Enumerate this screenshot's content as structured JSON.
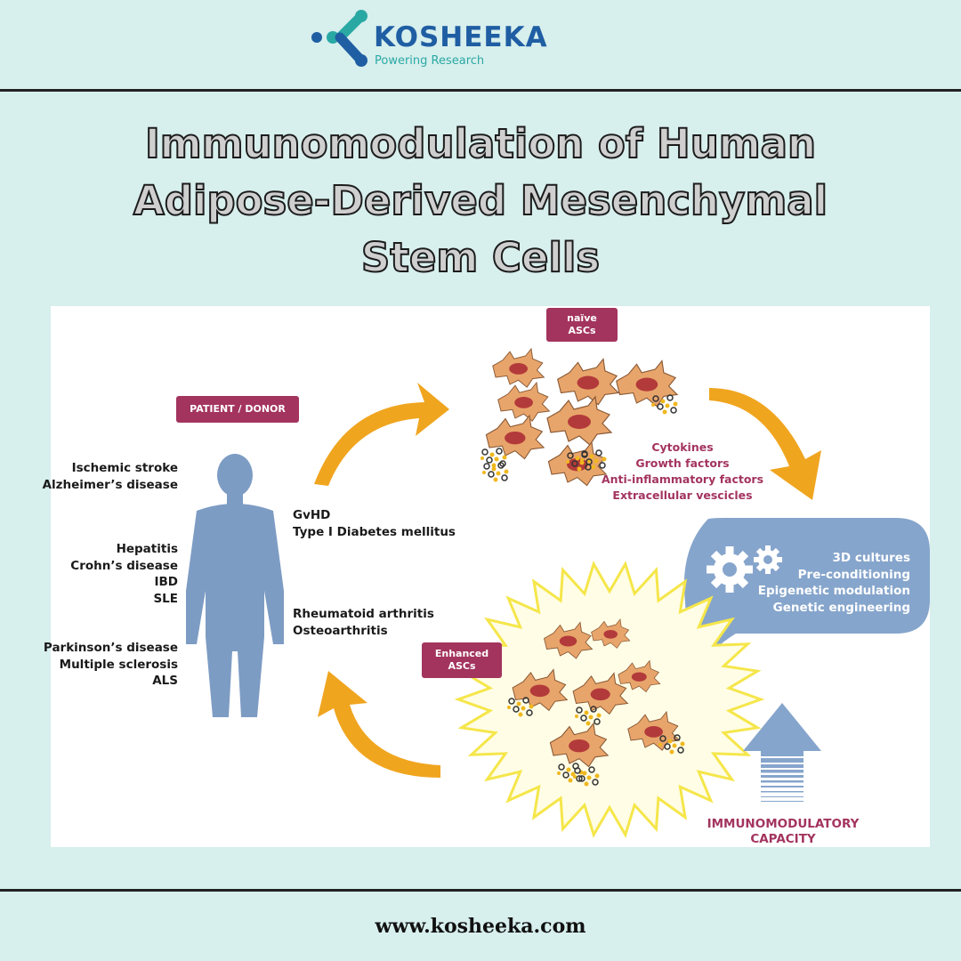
{
  "brand": {
    "name": "KOSHEEKA",
    "tagline": "Powering Research",
    "colors": {
      "primary": "#1f5ea3",
      "accent": "#2aa9a4"
    }
  },
  "title": {
    "line1": "Immunomodulation of Human",
    "line2": "Adipose-Derived Mesenchymal",
    "line3": "Stem Cells"
  },
  "diagram": {
    "patient_label": "PATIENT / DONOR",
    "naive_label": {
      "line1": "naïve",
      "line2": "ASCs"
    },
    "enhanced_label": {
      "line1": "Enhanced",
      "line2": "ASCs"
    },
    "diseases_left_group1": [
      "Ischemic stroke",
      "Alzheimer’s disease"
    ],
    "diseases_left_group2": [
      "Hepatitis",
      "Crohn’s disease",
      "IBD",
      "SLE"
    ],
    "diseases_left_group3": [
      "Parkinson’s disease",
      "Multiple sclerosis",
      "ALS"
    ],
    "diseases_right_group1": [
      "GvHD",
      "Type I Diabetes mellitus"
    ],
    "diseases_right_group2": [
      "Rheumatoid arthritis",
      "Osteoarthritis"
    ],
    "secreted_factors": [
      "Cytokines",
      "Growth factors",
      "Anti-inflammatory factors",
      "Extracellular vescicles"
    ],
    "modulation_methods": [
      "3D cultures",
      "Pre-conditioning",
      "Epigenetic modulation",
      "Genetic engineering"
    ],
    "capacity_label": {
      "line1": "IMMUNOMODULATORY",
      "line2": "CAPACITY"
    },
    "colors": {
      "badge": "#a3345e",
      "arrow": "#f0a51f",
      "body": "#7d9cc4",
      "cell": "#e8a56b",
      "nucleus": "#b33a3a",
      "bubble": "#86a5cc",
      "burst": "#f5e64a"
    }
  },
  "footer": {
    "website": "www.kosheeka.com"
  }
}
